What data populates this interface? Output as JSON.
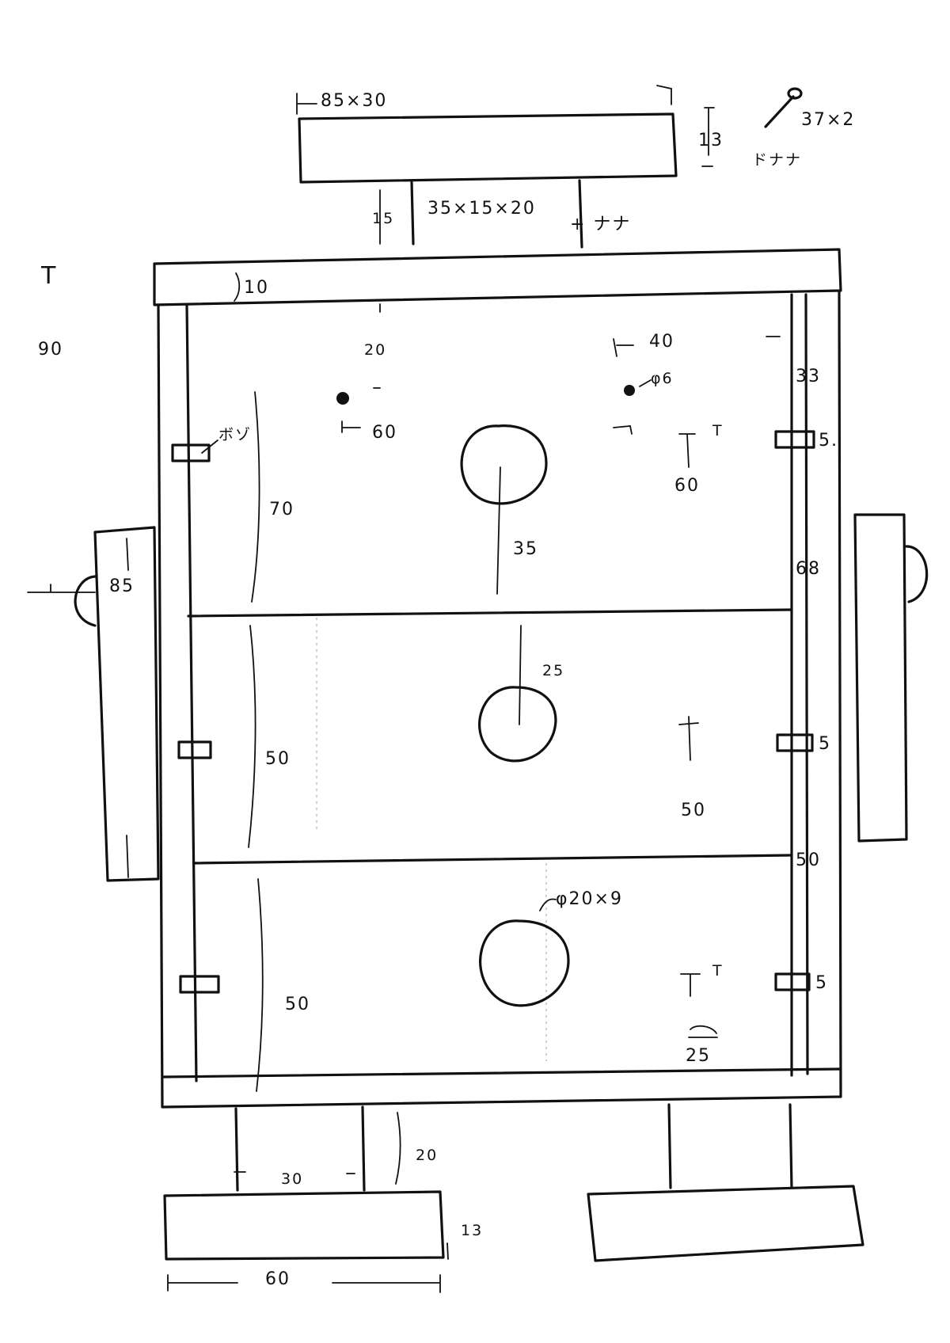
{
  "top_block": {
    "size": "85×30",
    "thickness": "13",
    "neck": "35×15×20",
    "neck_height": "15",
    "neck_note": "+ ナナ"
  },
  "nail": {
    "spec": "37×2",
    "label": "ドナナ"
  },
  "left_margin": {
    "mark": "T",
    "height": "90"
  },
  "frame": {
    "top_board": "10"
  },
  "upper_section": {
    "dim_20": "20",
    "dim_40": "40",
    "dim_60": "60",
    "hole_label": "φ6",
    "right_33": "33",
    "right_68": "68",
    "right_5": "5.",
    "left_note": "ボゾ",
    "height_70": "70",
    "mark_t": "T",
    "height_60": "60",
    "circle": "35"
  },
  "middle_section": {
    "height_50": "50",
    "right_50": "50",
    "circle": "25",
    "right_5": "5",
    "center_50": "50"
  },
  "lower_section": {
    "height_50": "50",
    "circle": "φ20×9",
    "right_5": "5",
    "mark_t": "T",
    "small_25": "25"
  },
  "side_arm": {
    "length": "85"
  },
  "feet": {
    "leg_30": "30",
    "leg_20": "20",
    "foot_13": "13",
    "foot_60": "60"
  }
}
